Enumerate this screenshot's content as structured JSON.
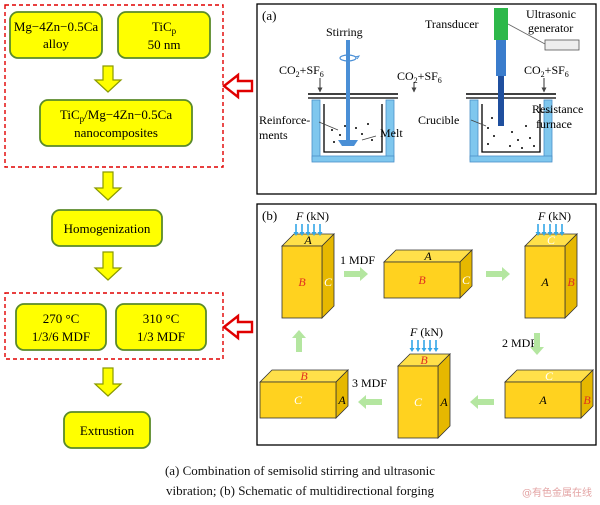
{
  "flow": {
    "box_alloy_1": "Mg−4Zn−0.5Ca",
    "box_alloy_2": "alloy",
    "box_tic_1": "TiC",
    "box_tic_sub": "p",
    "box_tic_2": "50 nm",
    "box_comp_1a": "TiC",
    "box_comp_1sub": "p",
    "box_comp_1b": "/Mg−4Zn−0.5Ca",
    "box_comp_2": "nanocomposites",
    "box_homog": "Homogenization",
    "box_t1_1": "270 °C",
    "box_t1_2": "1/3/6 MDF",
    "box_t2_1": "310 °C",
    "box_t2_2": "1/3 MDF",
    "box_extr": "Extrustion"
  },
  "panel_a": {
    "label": "(a)",
    "stirring": "Stirring",
    "transducer": "Transducer",
    "ultra_1": "Ultrasonic",
    "ultra_2": "generator",
    "gas_a": "CO",
    "gas_b": "+SF",
    "sub2": "2",
    "sub6": "6",
    "reinf_1": "Reinforce-",
    "reinf_2": "ments",
    "melt": "Melt",
    "crucible": "Crucible",
    "resist_1": "Resistance",
    "resist_2": "furnace"
  },
  "panel_b": {
    "label": "(b)",
    "force_a": "F",
    "force_b": " (kN)",
    "face_a": "A",
    "face_b": "B",
    "face_c": "C",
    "mdf1": "1 MDF",
    "mdf2": "2 MDF",
    "mdf3": "3 MDF"
  },
  "caption": {
    "line1": "(a) Combination of semisolid stirring and ultrasonic",
    "line2": "vibration; (b) Schematic of multidirectional forging"
  },
  "watermark": "@有色金属在线",
  "colors": {
    "box_fill": "#ffff00",
    "box_stroke": "#5a8a2a",
    "dash_red": "#e00000",
    "arrow_fill": "#ffff00",
    "arrow_stroke": "#8a9a00",
    "cube_fill": "#ffd21f",
    "cube_dark": "#e6b800",
    "force_arrow": "#33a6e8",
    "green_arrow": "#b4e6a0",
    "furnace": "#7fc7ee"
  }
}
